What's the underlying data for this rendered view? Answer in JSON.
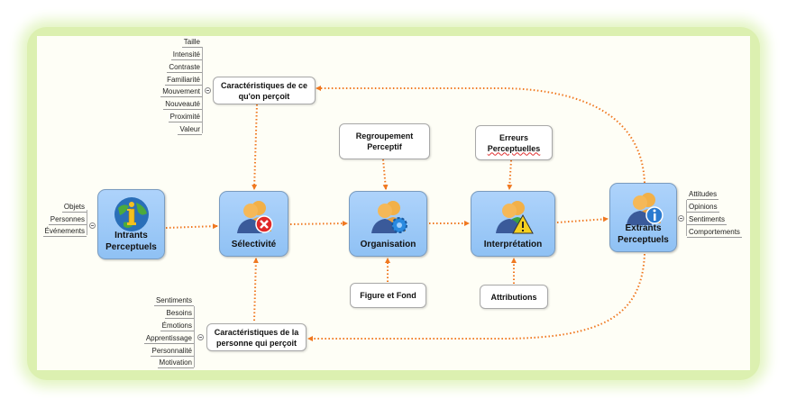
{
  "diagram": {
    "title": "Perception process mind map",
    "accent_color": "#f07820",
    "main_nodes": [
      {
        "id": "intrants",
        "label_line1": "Intrants",
        "label_line2": "Perceptuels",
        "icon": "globe-info-icon"
      },
      {
        "id": "selectivite",
        "label_line1": "Sélectivité",
        "label_line2": "",
        "icon": "users-error-icon"
      },
      {
        "id": "organisation",
        "label_line1": "Organisation",
        "label_line2": "",
        "icon": "users-gear-icon"
      },
      {
        "id": "interpretation",
        "label_line1": "Interprétation",
        "label_line2": "",
        "icon": "users-warning-icon"
      },
      {
        "id": "extrants",
        "label_line1": "Extrants",
        "label_line2": "Perceptuels",
        "icon": "users-info-icon"
      }
    ],
    "side_boxes": {
      "top_characteristics": {
        "line1": "Caractéristiques de ce",
        "line2": "qu'on perçoit"
      },
      "bottom_characteristics": {
        "line1": "Caractéristiques de la",
        "line2": "personne qui perçoit"
      },
      "regroupement": {
        "line1": "Regroupement",
        "line2": "Perceptif"
      },
      "erreurs": {
        "line1": "Erreurs",
        "line2": "Perceptuelles"
      },
      "figure_fond": {
        "line1": "Figure et Fond"
      },
      "attributions": {
        "line1": "Attributions"
      }
    },
    "leaf_lists": {
      "top_characteristics": [
        "Taille",
        "Intensité",
        "Contraste",
        "Familiarité",
        "Mouvement",
        "Nouveauté",
        "Proximité",
        "Valeur"
      ],
      "bottom_characteristics": [
        "Sentiments",
        "Besoins",
        "Émotions",
        "Apprentissage",
        "Personnalité",
        "Motivation"
      ],
      "intrants": [
        "Objets",
        "Personnes",
        "Événements"
      ],
      "extrants": [
        "Attitudes",
        "Opinions",
        "Sentiments",
        "Comportements"
      ]
    }
  }
}
